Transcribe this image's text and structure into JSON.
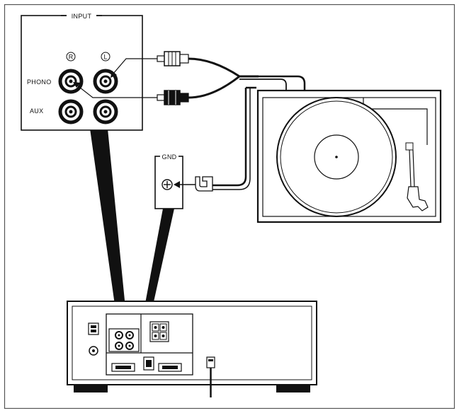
{
  "input_panel": {
    "title": "INPUT",
    "right_channel_label": "R",
    "left_channel_label": "L",
    "phono_label": "PHONO",
    "aux_label": "AUX"
  },
  "ground_terminal": {
    "label": "GND"
  },
  "colors": {
    "line": "#111111",
    "background": "#ffffff",
    "frame": "#555555"
  }
}
